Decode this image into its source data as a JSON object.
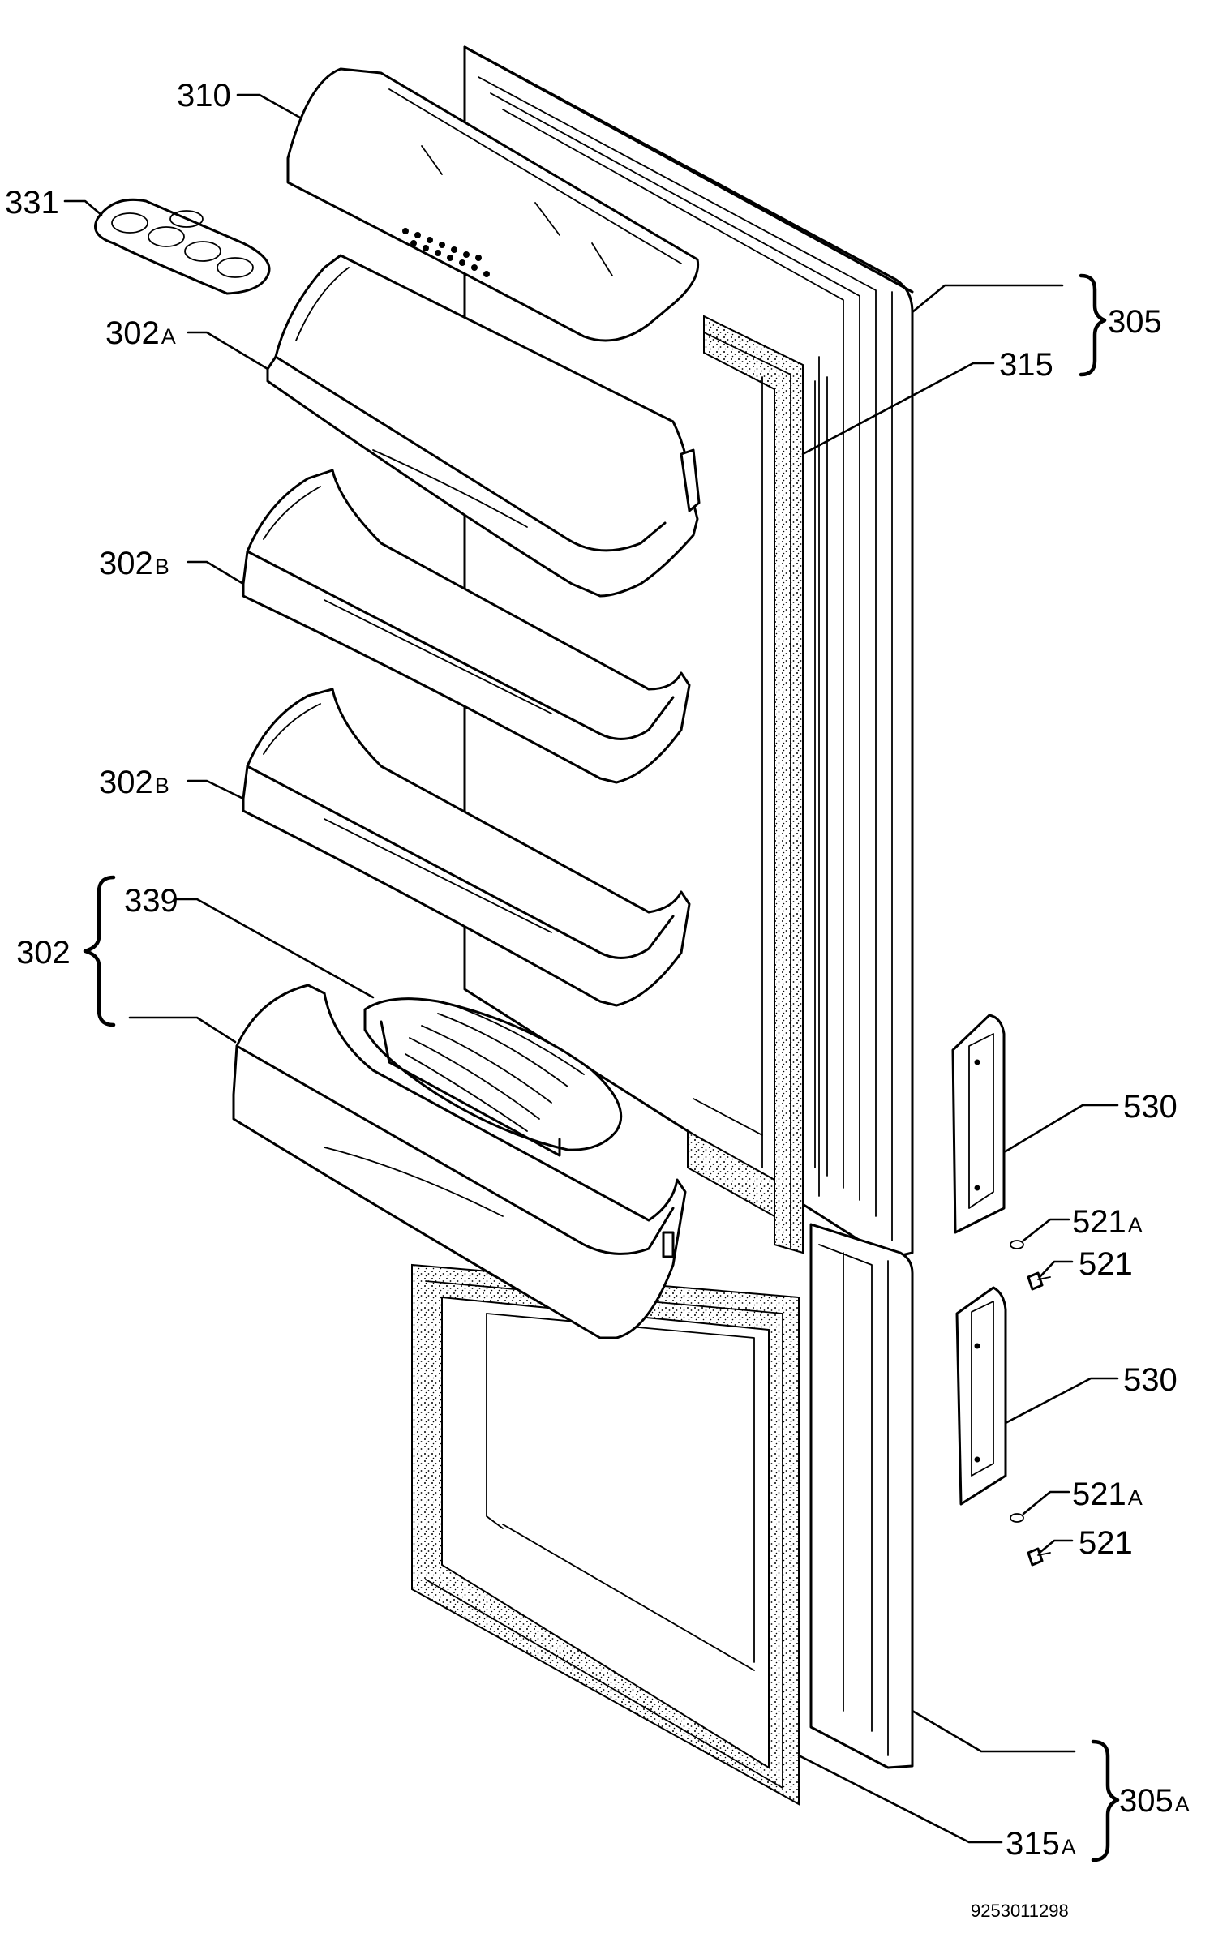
{
  "labels": {
    "l310": "310",
    "l331": "331",
    "l302A_num": "302",
    "l302A_suf": "A",
    "l302B1_num": "302",
    "l302B1_suf": "B",
    "l302B2_num": "302",
    "l302B2_suf": "B",
    "l339": "339",
    "l302": "302",
    "l305": "305",
    "l315": "315",
    "l530a": "530",
    "l521Aa_num": "521",
    "l521Aa_suf": "A",
    "l521a": "521",
    "l530b": "530",
    "l521Ab_num": "521",
    "l521Ab_suf": "A",
    "l521b": "521",
    "l305A_num": "305",
    "l305A_suf": "A",
    "l315A_num": "315",
    "l315A_suf": "A"
  },
  "footer": {
    "diagram_code": "9253011298"
  }
}
